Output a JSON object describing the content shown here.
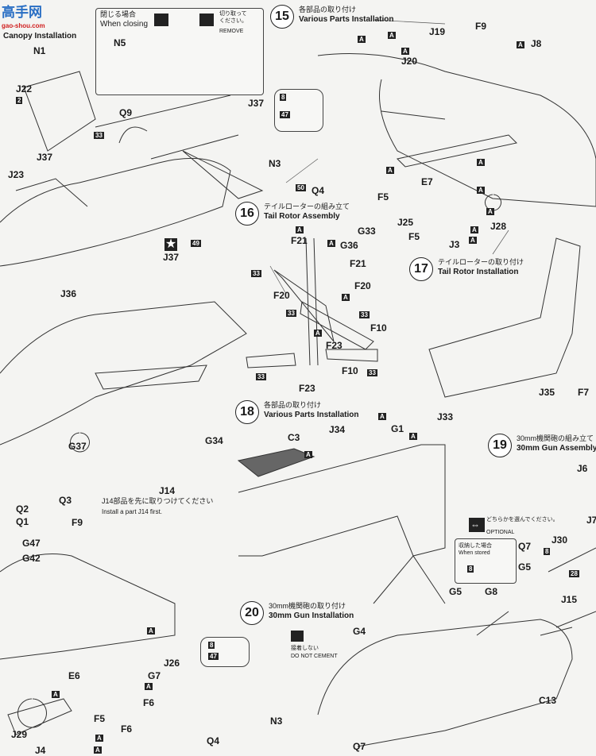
{
  "watermark": {
    "logo_text": "高手网",
    "url_text": "gao-shou.com"
  },
  "header_left": {
    "en": "Canopy Installation"
  },
  "closing_panel": {
    "jp": "閉じる場合",
    "en": "When closing",
    "remove_jp": "切り取って ください。",
    "remove_en": "REMOVE"
  },
  "steps": [
    {
      "number": "15",
      "jp": "各部品の取り付け",
      "en": "Various Parts Installation"
    },
    {
      "number": "16",
      "jp": "テイルローターの組み立て",
      "en": "Tail Rotor Assembly"
    },
    {
      "number": "17",
      "jp": "テイルローターの取り付け",
      "en": "Tail Rotor Installation"
    },
    {
      "number": "18",
      "jp": "各部品の取り付け",
      "en": "Various Parts Installation"
    },
    {
      "number": "19",
      "jp": "30mm機関砲の組み立て",
      "en": "30mm Gun Assembly"
    },
    {
      "number": "20",
      "jp": "30mm機関砲の取り付け",
      "en": "30mm Gun Installation"
    }
  ],
  "notes": {
    "j14_jp": "J14部品を先に取りつけてください",
    "j14_en": "Install a part J14 first.",
    "optional_jp": "どちらかを選んでください。",
    "optional_en": "OPTIONAL",
    "stored_jp": "収納した場合",
    "stored_en": "When stored",
    "no_cement_jp": "接着しない",
    "no_cement_en": "DO NOT CEMENT"
  },
  "part_labels": [
    "N5",
    "J37",
    "N1",
    "J22",
    "Q9",
    "J37",
    "J23",
    "J37",
    "N3",
    "Q4",
    "J19",
    "F9",
    "J8",
    "J20",
    "F5",
    "E7",
    "J25",
    "F5",
    "J3",
    "J28",
    "G33",
    "F21",
    "G36",
    "F21",
    "F20",
    "F20",
    "F10",
    "F23",
    "F10",
    "F23",
    "J35",
    "F7",
    "G1",
    "J33",
    "J34",
    "C3",
    "G34",
    "J36",
    "G37",
    "J14",
    "Q2",
    "Q3",
    "Q1",
    "F9",
    "G47",
    "G42",
    "J6",
    "J7",
    "J30",
    "J15",
    "C13",
    "Q7",
    "G5",
    "G4",
    "G5",
    "G8",
    "Q7",
    "J26",
    "G7",
    "E6",
    "F6",
    "F5",
    "F6",
    "J29",
    "J4",
    "N3",
    "Q4"
  ],
  "paint_codes": [
    "2",
    "33",
    "49",
    "8",
    "47",
    "50",
    "A",
    "A",
    "A",
    "A",
    "A",
    "A",
    "A",
    "A",
    "A",
    "A",
    "33",
    "33",
    "33",
    "33",
    "33",
    "A",
    "A",
    "A",
    "A",
    "8",
    "28",
    "8",
    "8",
    "47",
    "A",
    "A",
    "A",
    "A",
    "A",
    "A",
    "A",
    "A"
  ]
}
